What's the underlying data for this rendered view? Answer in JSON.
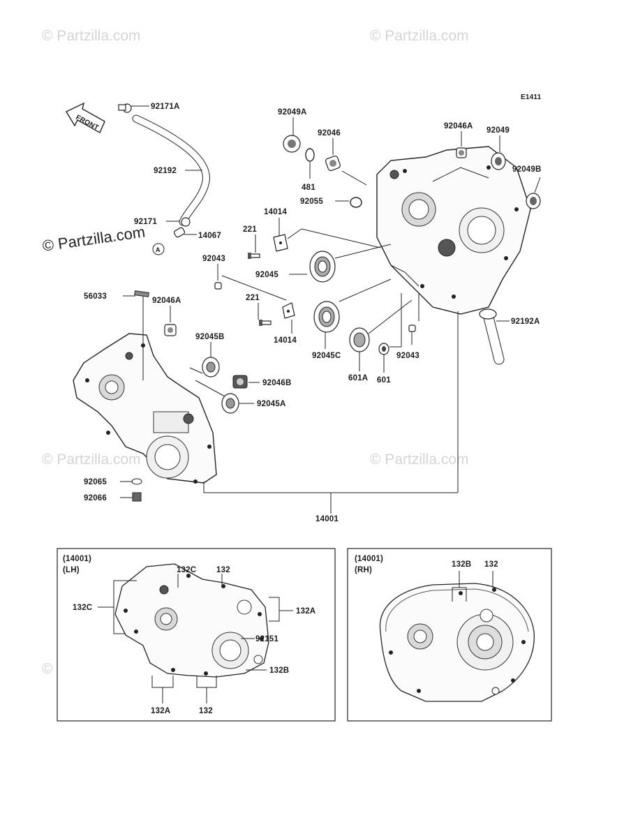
{
  "watermarks": {
    "text": "© Partzilla.com",
    "main_text": "© Partzilla.com"
  },
  "diagram_code": "E1411",
  "front_label": "FRONT",
  "callout_A": "A",
  "labels": {
    "p92171A": "92171A",
    "p92192": "92192",
    "p92171": "92171",
    "p14067": "14067",
    "p92049A": "92049A",
    "p92046": "92046",
    "p481": "481",
    "p92055": "92055",
    "p92046A_top": "92046A",
    "p92049": "92049",
    "p92049B": "92049B",
    "p14014_a": "14014",
    "p221_a": "221",
    "p92043_a": "92043",
    "p92045": "92045",
    "p56033": "56033",
    "p92046A_left": "92046A",
    "p221_b": "221",
    "p14014_b": "14014",
    "p92045C": "92045C",
    "p601A": "601A",
    "p601": "601",
    "p92043_b": "92043",
    "p92192A": "92192A",
    "p92045B": "92045B",
    "p92046B": "92046B",
    "p92045A": "92045A",
    "p92065": "92065",
    "p92066": "92066",
    "p14001": "14001"
  },
  "inset_lh": {
    "ref": "(14001)",
    "side": "(LH)",
    "l132C_top": "132C",
    "l132_top": "132",
    "l132C_left": "132C",
    "l132A_right": "132A",
    "l92151": "92151",
    "l132B": "132B",
    "l132A_bottom": "132A",
    "l132_bottom": "132"
  },
  "inset_rh": {
    "ref": "(14001)",
    "side": "(RH)",
    "l132B": "132B",
    "l132": "132"
  }
}
